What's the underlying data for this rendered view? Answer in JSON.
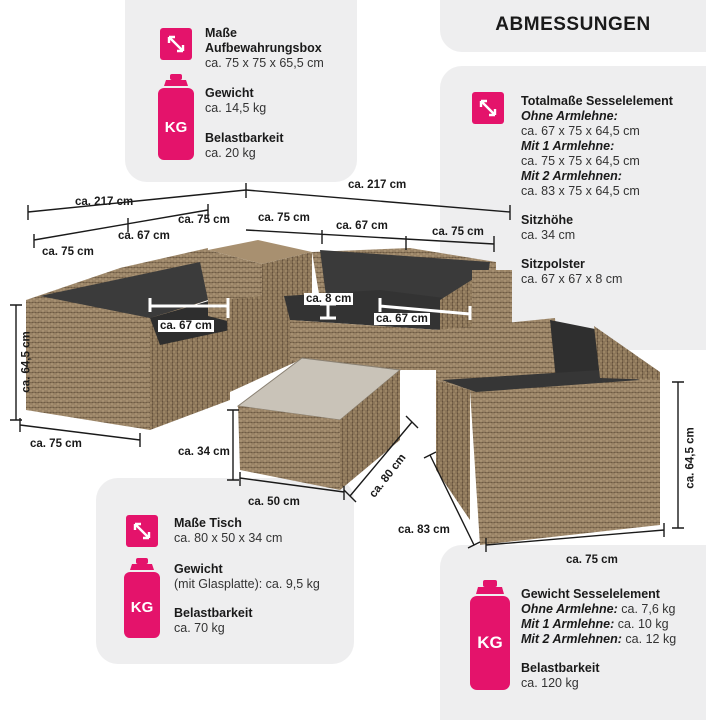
{
  "title": "ABMESSUNGEN",
  "box": {
    "dim_label_1": "Maße",
    "dim_label_2": "Aufbewahrungsbox",
    "dim_value": "ca. 75 x 75 x 65,5 cm",
    "weight_label": "Gewicht",
    "weight_value": "ca. 14,5 kg",
    "load_label": "Belastbarkeit",
    "load_value": "ca. 20 kg"
  },
  "element": {
    "total_label": "Totalmaße Sesselelement",
    "no_arm_label": "Ohne Armlehne:",
    "no_arm_value": "ca. 67 x 75 x 64,5 cm",
    "one_arm_label": "Mit 1 Armlehne:",
    "one_arm_value": "ca. 75 x 75 x 64,5 cm",
    "two_arm_label": "Mit 2 Armlehnen:",
    "two_arm_value": "ca. 83 x 75 x 64,5 cm",
    "seat_height_label": "Sitzhöhe",
    "seat_height_value": "ca. 34 cm",
    "cushion_label": "Sitzpolster",
    "cushion_value": "ca. 67 x 67 x 8 cm"
  },
  "table": {
    "dim_label": "Maße Tisch",
    "dim_value": "ca. 80 x 50 x 34 cm",
    "weight_label": "Gewicht",
    "weight_value": "(mit Glasplatte): ca. 9,5 kg",
    "load_label": "Belastbarkeit",
    "load_value": "ca. 70 kg"
  },
  "element_weight": {
    "title": "Gewicht Sesselelement",
    "no_arm_label": "Ohne Armlehne:",
    "no_arm_value": "ca. 7,6 kg",
    "one_arm_label": "Mit 1 Armlehne:",
    "one_arm_value": "ca. 10 kg",
    "two_arm_label": "Mit 2 Armlehnen:",
    "two_arm_value": "ca. 12 kg",
    "load_label": "Belastbarkeit",
    "load_value": "ca. 120 kg"
  },
  "icons": {
    "kg_text": "KG",
    "accent": "#e4136b"
  },
  "dims": {
    "left_total": "ca. 217 cm",
    "right_total": "ca. 217 cm",
    "d75_a": "ca. 75 cm",
    "d67_a": "ca. 67 cm",
    "d75_b": "ca. 75 cm",
    "d75_c": "ca. 75 cm",
    "d67_b": "ca. 67 cm",
    "d75_d": "ca. 75 cm",
    "cushion_depth": "ca. 67 cm",
    "cushion_thick": "ca. 8 cm",
    "cushion_width": "ca. 67 cm",
    "height_left": "ca. 64,5 cm",
    "depth_left": "ca. 75 cm",
    "table_h": "ca. 34 cm",
    "table_w": "ca. 50 cm",
    "table_l": "ca. 80 cm",
    "chair_w": "ca. 83 cm",
    "chair_d": "ca. 75 cm",
    "height_right": "ca. 64,5 cm"
  }
}
